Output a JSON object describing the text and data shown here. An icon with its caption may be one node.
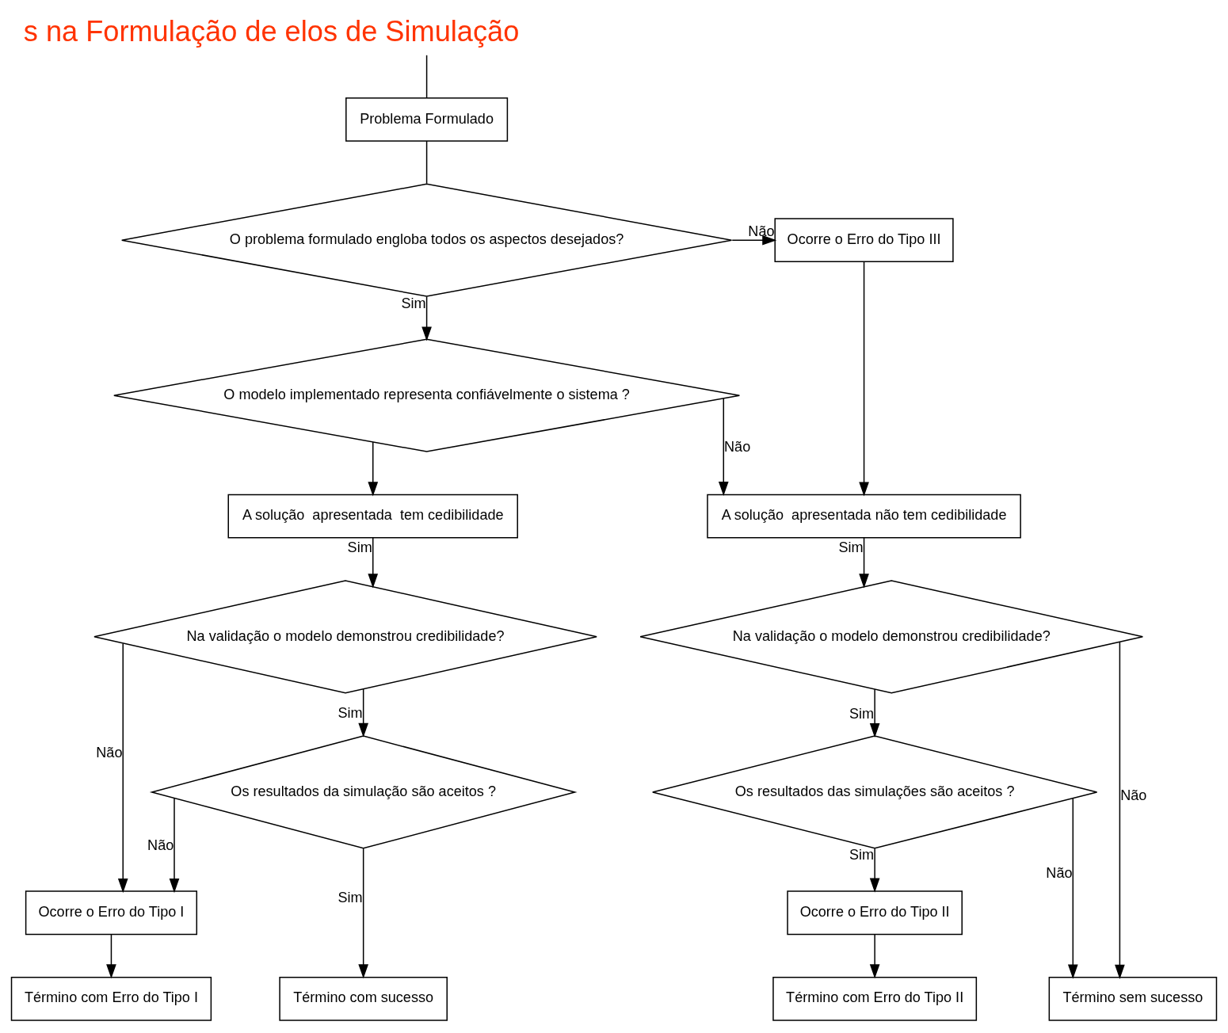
{
  "diagram": {
    "title": "s na Formulação de elos de Simulação",
    "nodes": [
      {
        "text": [
          "Problema Formulado"
        ]
      },
      {
        "text": [
          "O problema formulado engloba todos os aspectos desejados?"
        ]
      },
      {
        "text": [
          "Ocorre o Erro do Tipo III"
        ]
      },
      {
        "text": [
          "O modelo implementado representa confiávelmente o sistema ?"
        ]
      },
      {
        "text": [
          "A solução  apresentada  tem cedibilidade"
        ]
      },
      {
        "text": [
          "A solução  apresentada não tem cedibilidade"
        ]
      },
      {
        "text": [
          "Na validação o modelo demonstrou credibilidade?"
        ]
      },
      {
        "text": [
          "Os resultados da simulação são aceitos ?"
        ]
      },
      {
        "text": [
          "Ocorre o Erro do Tipo I"
        ]
      },
      {
        "text": [
          "Término com sucesso"
        ]
      },
      {
        "text": [
          "Término com Erro do Tipo I"
        ]
      },
      {
        "text": [
          "Na validação o modelo demonstrou credibilidade?"
        ]
      },
      {
        "text": [
          "Os resultados das simulações são aceitos ?"
        ]
      },
      {
        "text": [
          "Ocorre o Erro do Tipo II"
        ]
      },
      {
        "text": [
          "Término sem sucesso"
        ]
      },
      {
        "text": [
          "Término com Erro do Tipo II"
        ]
      }
    ],
    "edges": [
      {
        "from": null,
        "to": 0,
        "arrow": "none"
      },
      {
        "from": 0,
        "to": 1,
        "arrow": "none"
      },
      {
        "from": 1,
        "to": 2,
        "arrow": "to",
        "label": "Não"
      },
      {
        "from": 1,
        "to": 3,
        "arrow": "to",
        "label": "Sim"
      },
      {
        "from": 3,
        "to": 4,
        "arrow": "to"
      },
      {
        "from": 3,
        "to": 5,
        "arrow": "to",
        "label": "Não"
      },
      {
        "from": 2,
        "to": 5,
        "arrow": "to"
      },
      {
        "from": 4,
        "to": 6,
        "arrow": "to",
        "label": "Sim"
      },
      {
        "from": 6,
        "to": 8,
        "arrow": "to",
        "label": "Não"
      },
      {
        "from": 6,
        "to": 7,
        "arrow": "to",
        "label": "Sim"
      },
      {
        "from": 7,
        "to": 8,
        "arrow": "to",
        "label": "Não"
      },
      {
        "from": 7,
        "to": 9,
        "arrow": "to",
        "label": "Sim"
      },
      {
        "from": 8,
        "to": 10,
        "arrow": "to"
      },
      {
        "from": 5,
        "to": 11,
        "arrow": "to",
        "label": "Sim"
      },
      {
        "from": 11,
        "to": 14,
        "arrow": "to",
        "label": "Não"
      },
      {
        "from": 11,
        "to": 12,
        "arrow": "to",
        "label": "Sim"
      },
      {
        "from": 12,
        "to": 14,
        "arrow": "to",
        "label": "Não"
      },
      {
        "from": 12,
        "to": 13,
        "arrow": "to",
        "label": "Sim"
      },
      {
        "from": 13,
        "to": 15,
        "arrow": "to"
      }
    ]
  }
}
